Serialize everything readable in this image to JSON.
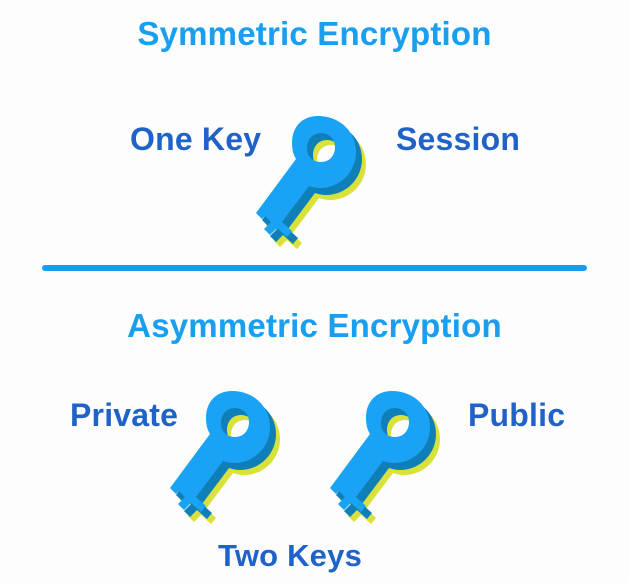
{
  "symmetric": {
    "title": "Symmetric Encryption",
    "left_label": "One Key",
    "right_label": "Session"
  },
  "asymmetric": {
    "title": "Asymmetric Encryption",
    "left_label": "Private",
    "right_label": "Public",
    "bottom_label": "Two Keys"
  },
  "icons": {
    "symmetric_key": "key-icon",
    "private_key": "key-icon",
    "public_key": "key-icon"
  },
  "colors": {
    "heading": "#1a9ff0",
    "label": "#1f63c8",
    "key_front": "#1aa3f5",
    "key_shadow": "#0f7fb8",
    "key_glow": "#d8e23a",
    "divider": "#169ff2"
  }
}
